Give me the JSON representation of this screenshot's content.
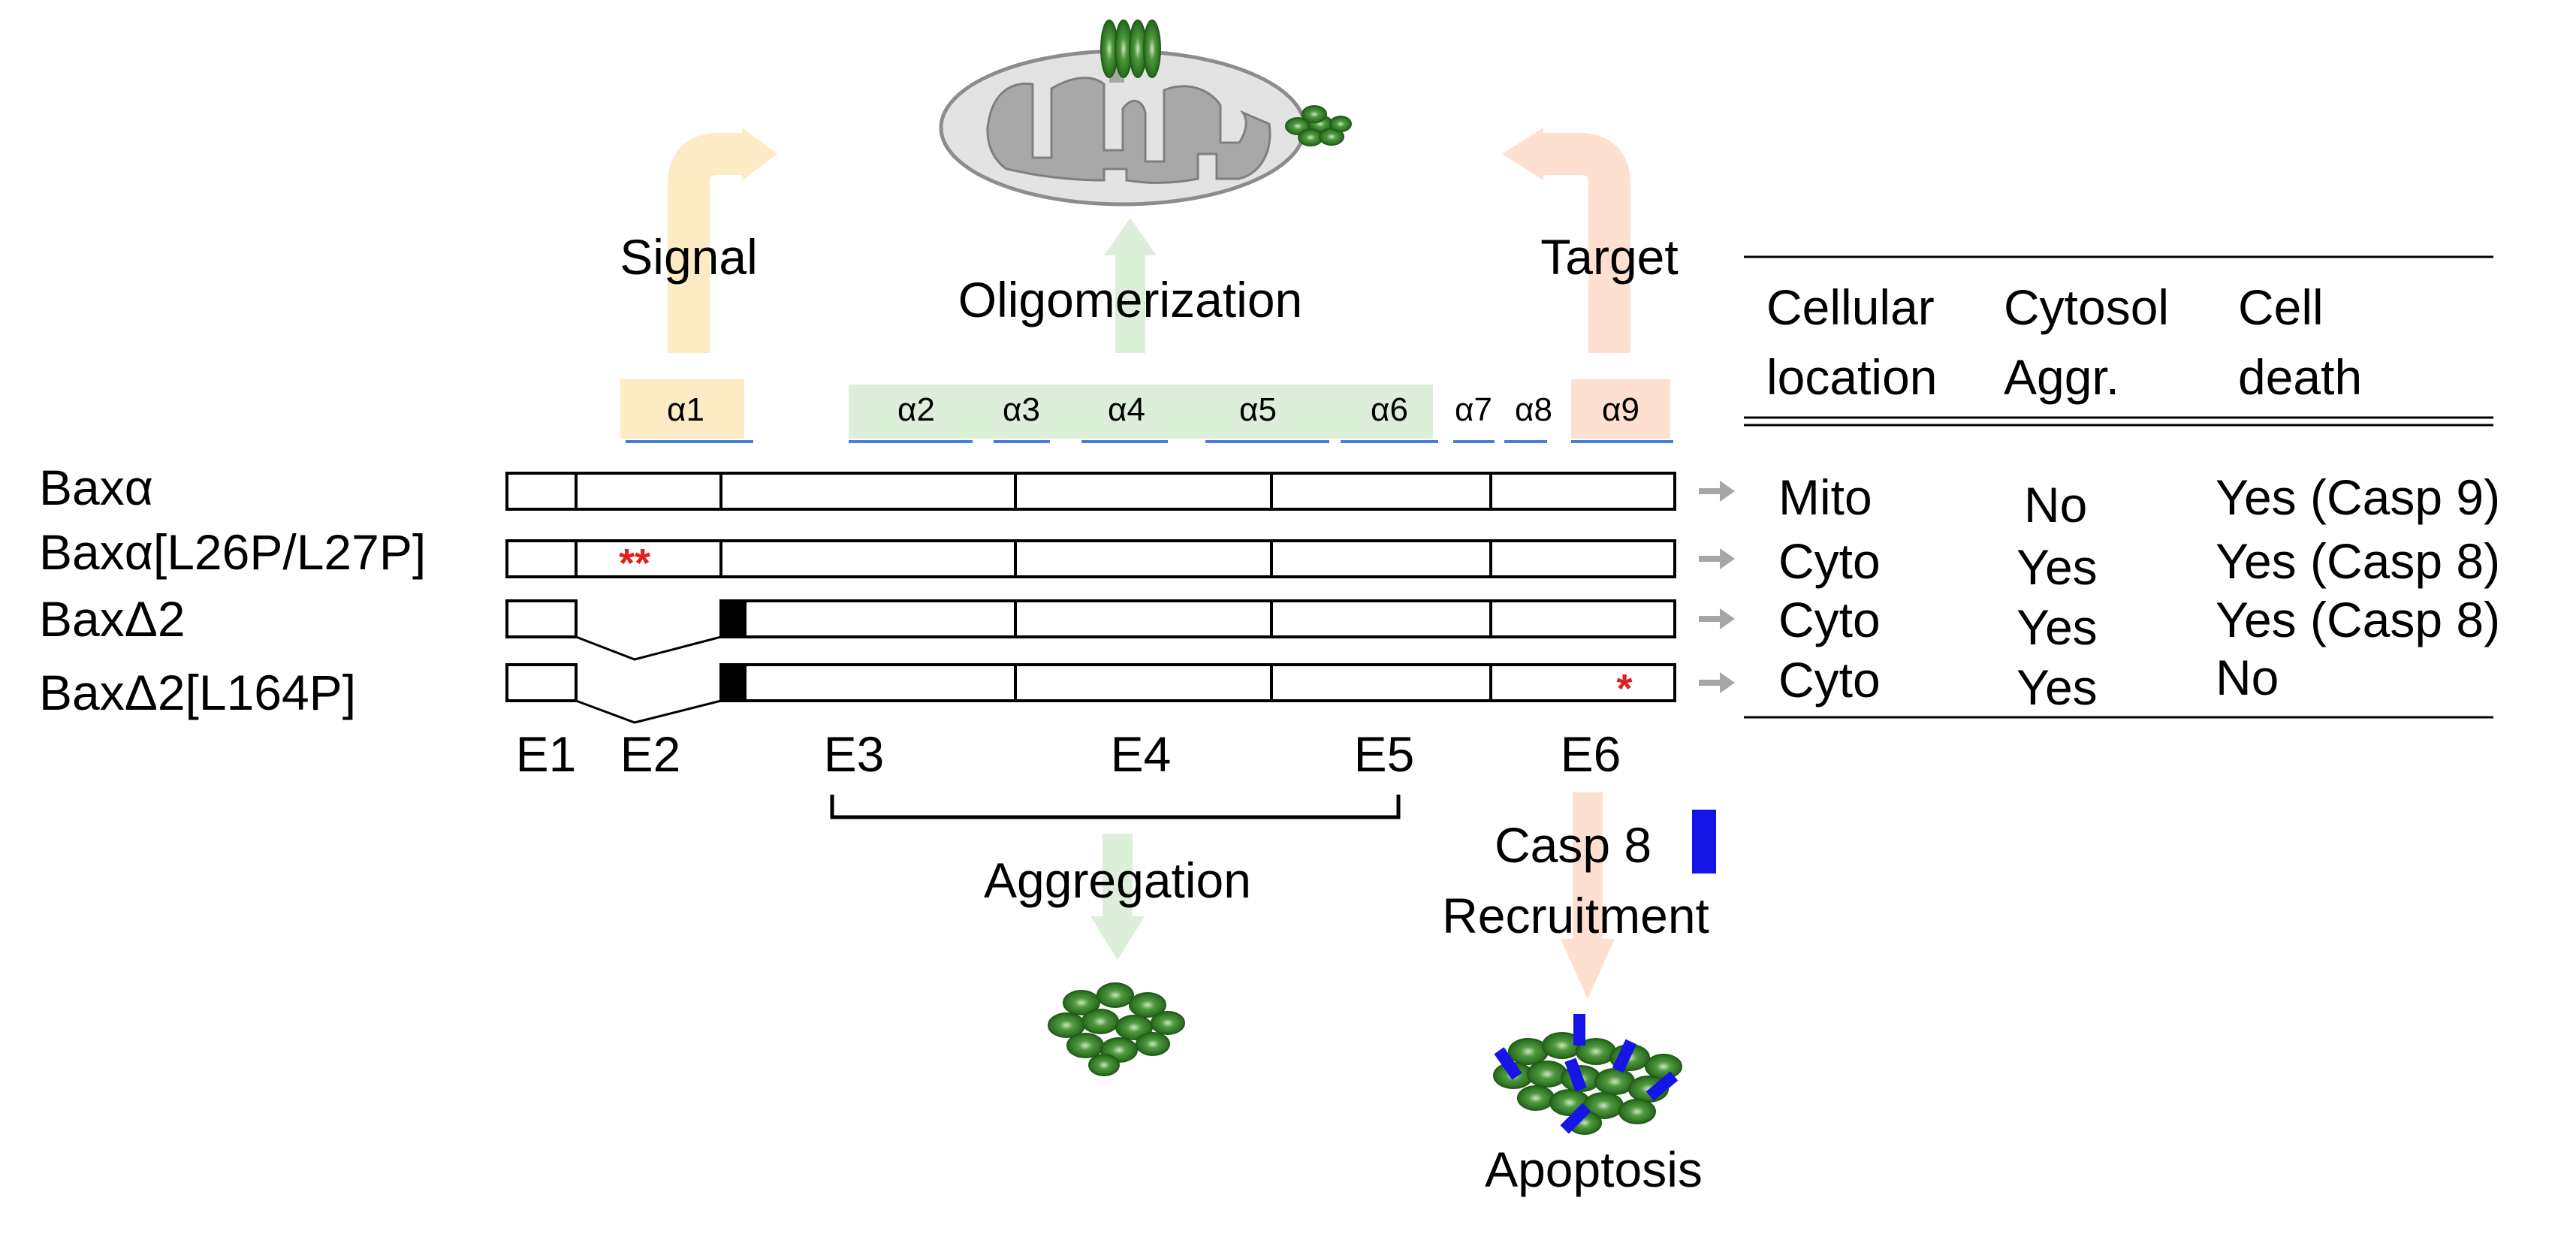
{
  "colors": {
    "signal": "#fdebc6",
    "oligo": "#dcefd9",
    "target": "#fde0d0",
    "helix_underline": "#4a7fd6",
    "mutation_star": "#e02020",
    "casp8": "#1515e8",
    "protein": "#2f7d22",
    "mito_fill": "#e3e3e3",
    "mito_cristae": "#a8a8a8",
    "arrow_gray": "#a6a6a6"
  },
  "top_labels": {
    "signal": "Signal",
    "oligomerization": "Oligomerization",
    "target": "Target"
  },
  "helices": [
    "α1",
    "α2",
    "α3",
    "α4",
    "α5",
    "α6",
    "α7",
    "α8",
    "α9"
  ],
  "constructs": [
    {
      "name": "Baxα",
      "location": "Mito",
      "aggregation": "No",
      "death": "Yes (Casp 9)",
      "icon": "full-isoform"
    },
    {
      "name": "Baxα[L26P/L27P]",
      "location": "Cyto",
      "aggregation": "Yes",
      "death": "Yes (Casp 8)",
      "mutation": "**",
      "icon": "full-isoform"
    },
    {
      "name": "BaxΔ2",
      "location": "Cyto",
      "aggregation": "Yes",
      "death": "Yes (Casp 8)",
      "icon": "exon2-skipped"
    },
    {
      "name": "BaxΔ2[L164P]",
      "location": "Cyto",
      "aggregation": "Yes",
      "death": "No",
      "mutation": "*",
      "icon": "exon2-skipped"
    }
  ],
  "exons": [
    "E1",
    "E2",
    "E3",
    "E4",
    "E5",
    "E6"
  ],
  "table_headers": {
    "location": [
      "Cellular",
      "location"
    ],
    "aggregation": [
      "Cytosol",
      "Aggr."
    ],
    "death": [
      "Cell",
      "death"
    ]
  },
  "bottom_labels": {
    "aggregation": "Aggregation",
    "casp8": "Casp 8",
    "recruitment": "Recruitment",
    "apoptosis": "Apoptosis"
  }
}
